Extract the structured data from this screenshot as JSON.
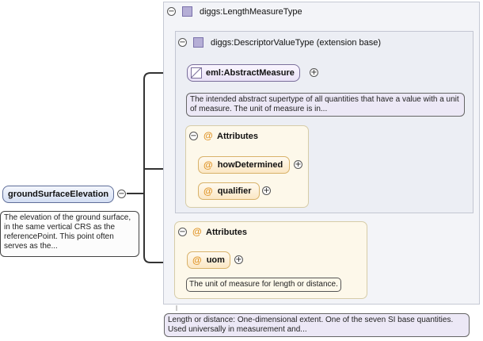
{
  "diagram": {
    "root_type": {
      "name": "diggs:LengthMeasureType",
      "annotation": "Length or distance: One-dimensional extent. One of the seven SI base quantities. Used universally in measurement and...",
      "toggle": "−"
    },
    "base_type": {
      "name": "diggs:DescriptorValueType (extension base)",
      "toggle": "−"
    },
    "abstract_element": {
      "name": "eml:AbstractMeasure",
      "annotation": "The intended abstract supertype of all quantities that have a value with a unit of measure. The unit of measure is in...",
      "expand": "+"
    },
    "inner_attributes": {
      "title": "Attributes",
      "toggle": "−",
      "at": "@",
      "items": [
        {
          "name": "howDetermined",
          "expand": "+"
        },
        {
          "name": "qualifier",
          "expand": "+"
        }
      ]
    },
    "outer_attributes": {
      "title": "Attributes",
      "toggle": "−",
      "at": "@",
      "items": [
        {
          "name": "uom",
          "expand": "+",
          "annotation": "The unit of measure for length or distance."
        }
      ]
    },
    "element": {
      "name": "groundSurfaceElevation",
      "toggle": "−",
      "annotation": "The elevation of the ground surface, in the same vertical CRS as the referencePoint. This point often serves as the..."
    }
  }
}
